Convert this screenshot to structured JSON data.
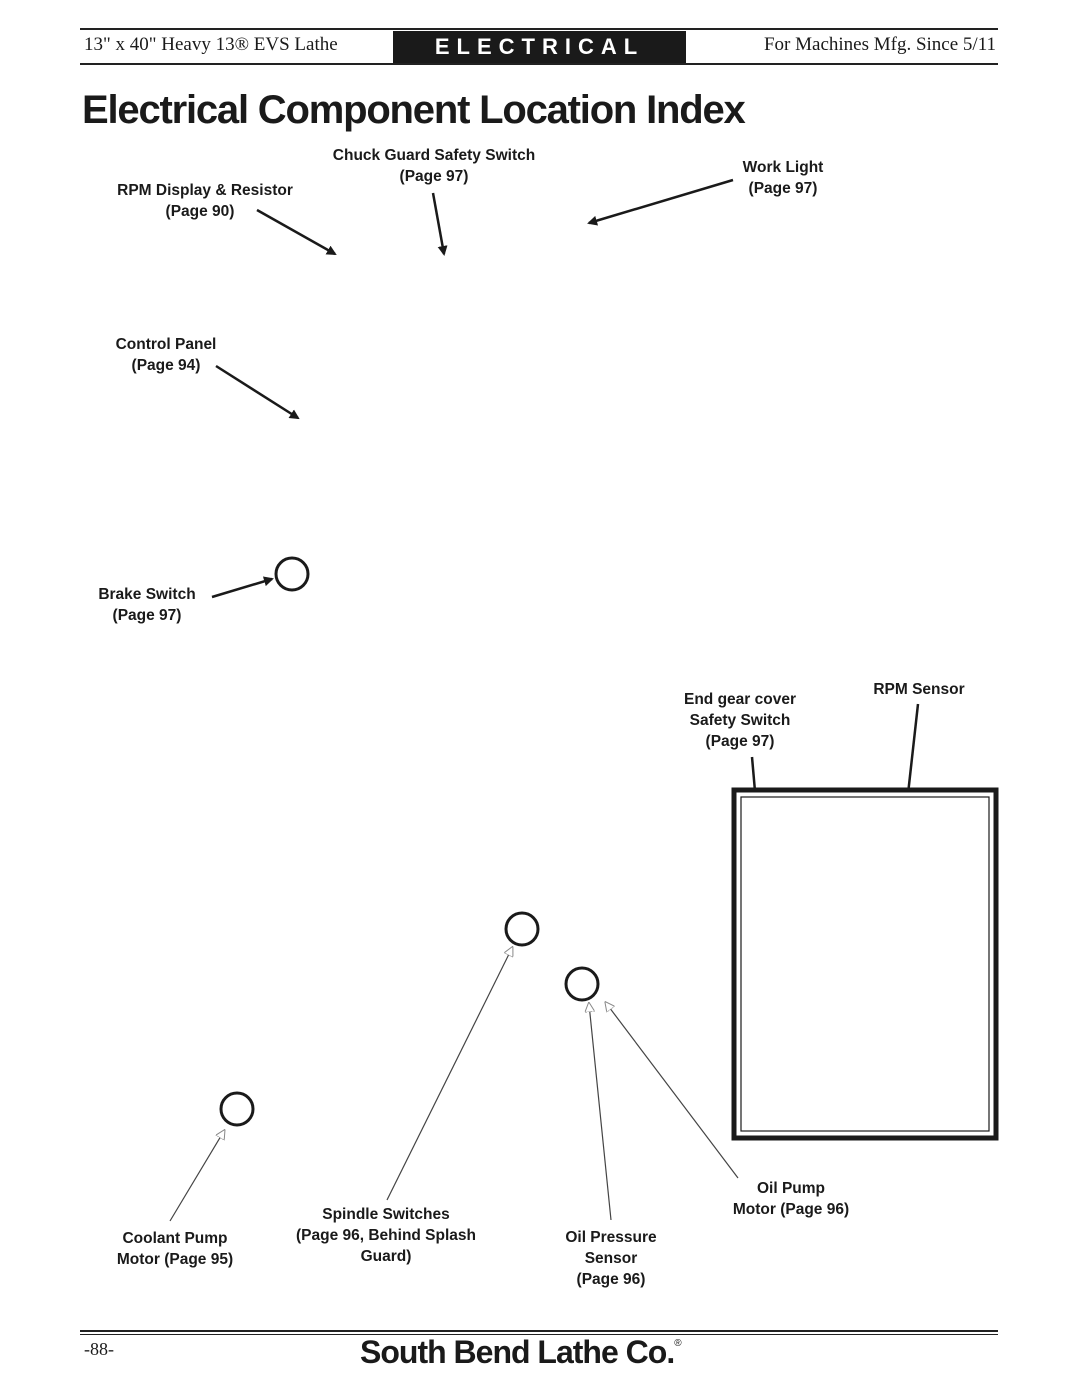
{
  "header": {
    "left_text": "13\" x 40\" Heavy 13® EVS Lathe",
    "section_tab": "ELECTRICAL",
    "right_text": "For Machines Mfg. Since 5/11"
  },
  "title": "Electrical Component Location Index",
  "callouts": {
    "rpm_display": [
      "RPM Display & Resistor",
      "(Page 90)"
    ],
    "chuck_guard": [
      "Chuck Guard Safety Switch",
      "(Page 97)"
    ],
    "work_light": [
      "Work Light",
      "(Page 97)"
    ],
    "control_panel": [
      "Control Panel",
      "(Page 94)"
    ],
    "brake_switch": [
      "Brake Switch",
      "(Page 97)"
    ],
    "end_gear_cover": [
      "End gear cover",
      "Safety Switch",
      "(Page 97)"
    ],
    "rpm_sensor": [
      "RPM Sensor"
    ],
    "coolant_pump": [
      "Coolant Pump",
      "Motor (Page 95)"
    ],
    "spindle_switches": [
      "Spindle Switches",
      "(Page 96, Behind Splash",
      "Guard)"
    ],
    "oil_pressure": [
      "Oil Pressure",
      "Sensor",
      "(Page 96)"
    ],
    "oil_pump": [
      "Oil Pump",
      "Motor (Page 96)"
    ]
  },
  "footer": {
    "page_number": "-88-",
    "brand": "South Bend Lathe Co",
    "brand_mark": "®"
  }
}
